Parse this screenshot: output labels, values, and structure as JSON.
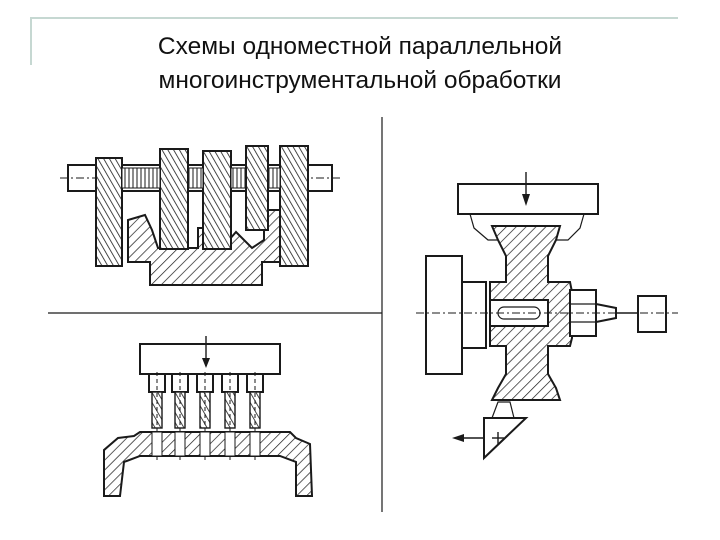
{
  "slide": {
    "title_line1": "Схемы одноместной параллельной",
    "title_line2": "многоинструментальной обработки"
  },
  "figures": {
    "gear_milling": {
      "label": "gear-hobbing-scheme",
      "gear_blank_count": 5
    },
    "multi_drilling": {
      "label": "multi-spindle-drilling-scheme",
      "drill_count": 5
    },
    "turning": {
      "label": "multi-tool-turning-scheme"
    }
  }
}
